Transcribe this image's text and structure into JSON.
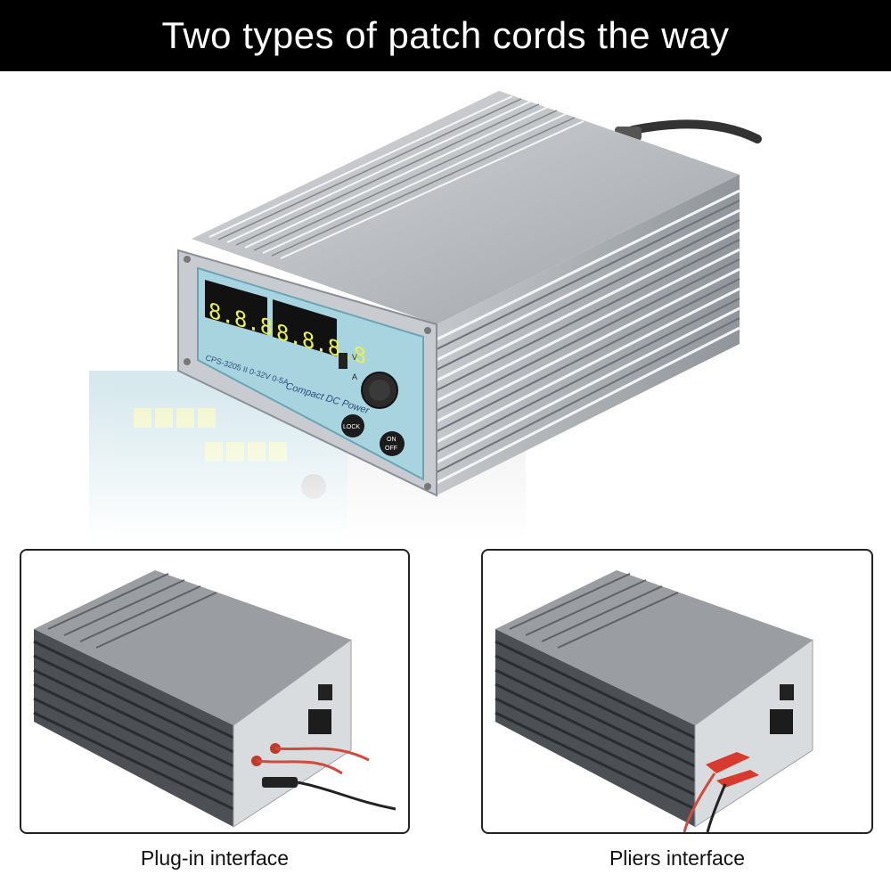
{
  "header": {
    "title": "Two types of patch cords the way"
  },
  "product": {
    "display_left": "8.8.8.8",
    "display_right": "8.8.8.8",
    "model_label": "CPS-3205 II  0-32V 0-5A",
    "brand_label": "Compact DC Power",
    "lock_label": "LOCK",
    "on_label": "ON",
    "off_label": "OFF",
    "v_label": "V",
    "a_label": "A",
    "display_color": "#e8f24a",
    "panel_color": "#a8d4e0"
  },
  "panels": [
    {
      "caption": "Plug-in interface"
    },
    {
      "caption": "Pliers interface"
    }
  ]
}
